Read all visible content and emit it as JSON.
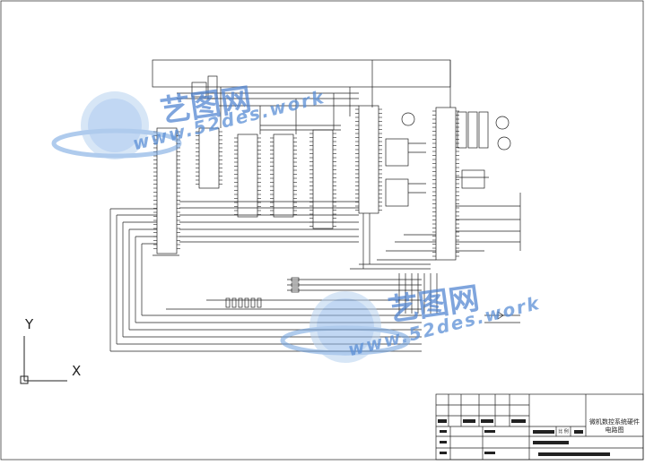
{
  "title_block": {
    "drawing_name_line1": "微机数控系统硬件",
    "drawing_name_line2": "电路图",
    "small_field": "比 例"
  },
  "axes": {
    "x_label": "X",
    "y_label": "Y"
  },
  "watermark": {
    "brand_cn": "艺图网",
    "url": "www.52des.work"
  },
  "colors": {
    "line": "#222222",
    "watermark": "#5b8fd6"
  }
}
